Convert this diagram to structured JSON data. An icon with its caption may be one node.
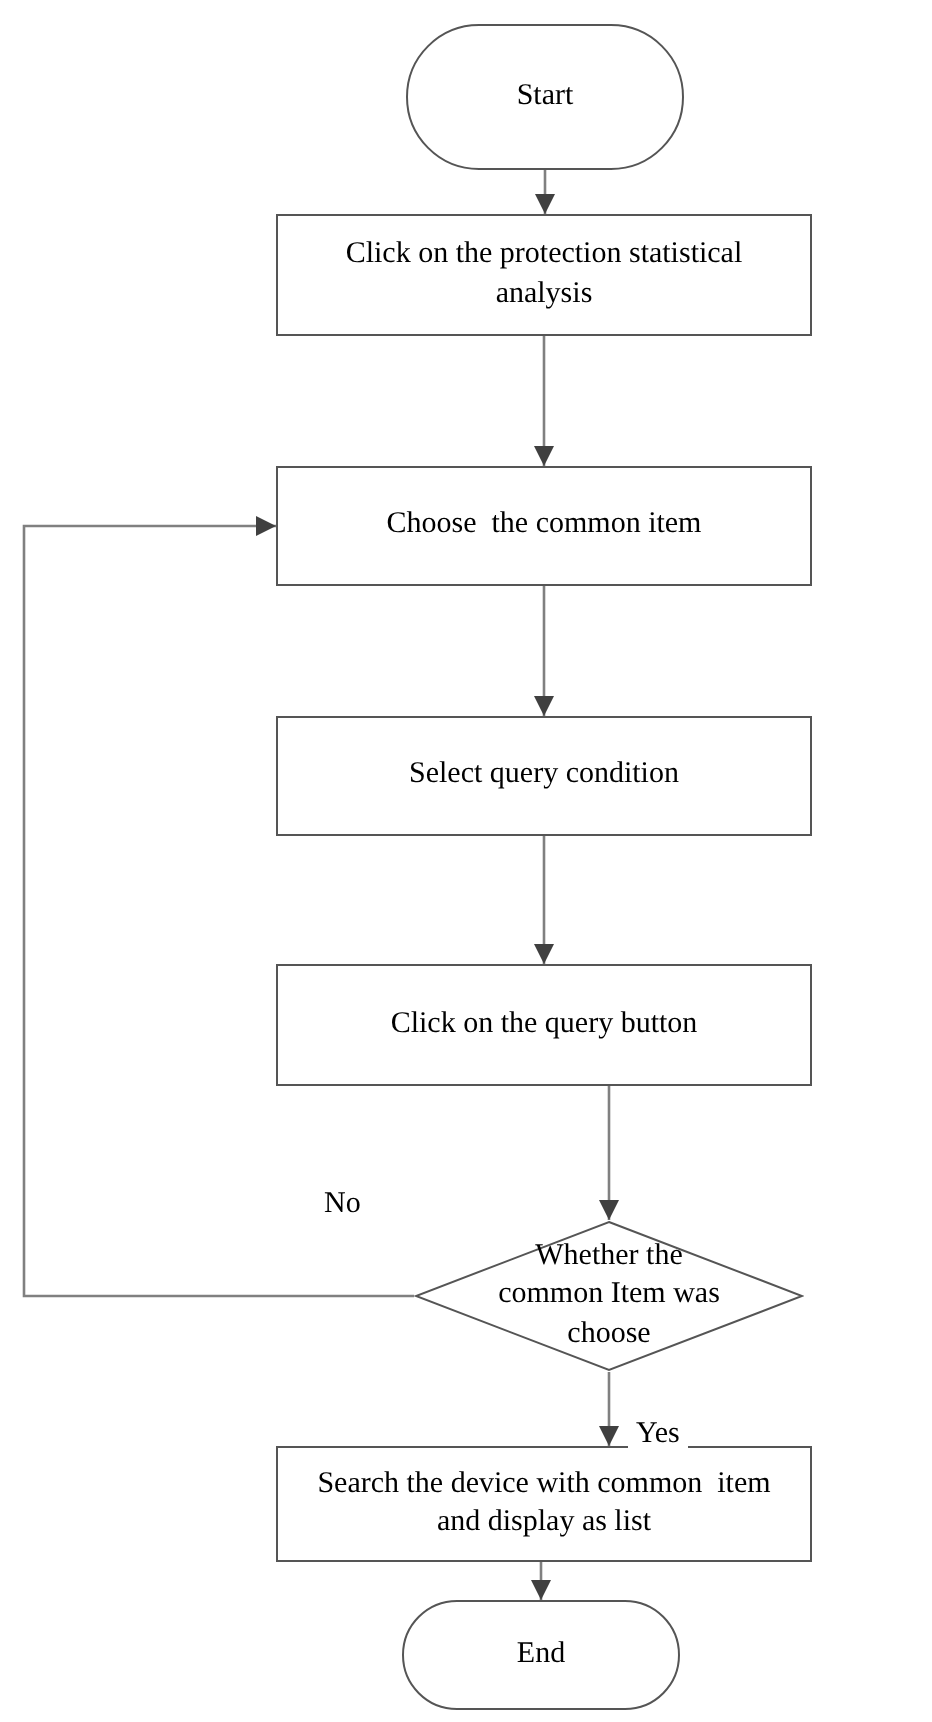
{
  "diagram": {
    "nodes": [
      {
        "text": [
          "Start"
        ]
      },
      {
        "text": [
          "Click on the protection statistical analysis"
        ]
      },
      {
        "text": [
          "Choose  the common item"
        ]
      },
      {
        "text": [
          "Select query condition"
        ]
      },
      {
        "text": [
          "Click on the query button"
        ]
      },
      {
        "text": [
          "Whether the common Item was choose"
        ]
      },
      {
        "text": [
          "Search the device with common  item and display as list"
        ]
      },
      {
        "text": [
          "End"
        ]
      }
    ],
    "edges": [
      {
        "from": 0,
        "to": 1,
        "arrow": "to"
      },
      {
        "from": 1,
        "to": 2,
        "arrow": "to"
      },
      {
        "from": 2,
        "to": 3,
        "arrow": "to"
      },
      {
        "from": 3,
        "to": 4,
        "arrow": "to"
      },
      {
        "from": 4,
        "to": 5,
        "arrow": "to"
      },
      {
        "from": 5,
        "to": 6,
        "arrow": "to",
        "label": "Yes"
      },
      {
        "from": 5,
        "to": 2,
        "arrow": "to",
        "label": "No"
      },
      {
        "from": 6,
        "to": 7,
        "arrow": "to"
      }
    ]
  }
}
